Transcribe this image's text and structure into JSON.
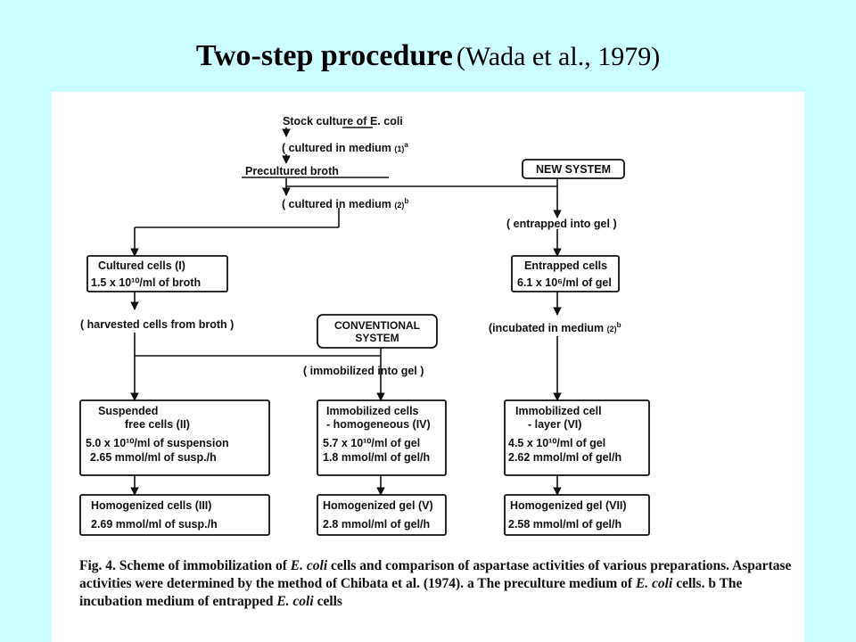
{
  "slide": {
    "title_main": "Two-step procedure",
    "title_cite": "(Wada et al., 1979)"
  },
  "flow": {
    "stock_prefix": "Stock culture of",
    "stock_organism": "E. coli",
    "step_medium1": "( cultured in medium",
    "step_medium1_num": "(1)",
    "step_medium1_sup": "a",
    "precultured": "Precultured broth",
    "new_system": "NEW SYSTEM",
    "step_medium2": "( cultured in medium",
    "step_medium2_num": "(2)",
    "step_medium2_sup": "b",
    "step_entrapped": "( entrapped into gel )",
    "cultured_cells_line1": "Cultured cells (I)",
    "cultured_cells_line2": "1.5 x 10¹⁰/ml of broth",
    "entrapped_cells_line1": "Entrapped cells",
    "entrapped_cells_line2": "6.1 x 10⁶/ml of gel",
    "step_harvested": "( harvested cells from broth )",
    "conventional_line1": "CONVENTIONAL",
    "conventional_line2": "SYSTEM",
    "step_incubated": "(incubated in medium",
    "step_incubated_num": "(2)",
    "step_incubated_sup": "b",
    "step_immobilized": "( immobilized into gel )",
    "box_II_line1": "Suspended",
    "box_II_line2": "free cells (II)",
    "box_II_line3": "5.0 x 10¹⁰/ml of suspension",
    "box_II_line4": "2.65 mmol/ml of susp./h",
    "box_IV_line1": "Immobilized cells",
    "box_IV_line2": "- homogeneous (IV)",
    "box_IV_line3": "5.7 x 10¹⁰/ml of gel",
    "box_IV_line4": "1.8 mmol/ml of gel/h",
    "box_VI_line1": "Immobilized cell",
    "box_VI_line2": "- layer (VI)",
    "box_VI_line3": "4.5 x 10¹⁰/ml of gel",
    "box_VI_line4": "2.62 mmol/ml of gel/h",
    "box_III_line1": "Homogenized cells (III)",
    "box_III_line2": "2.69 mmol/ml of susp./h",
    "box_V_line1": "Homogenized gel (V)",
    "box_V_line2": "2.8 mmol/ml of gel/h",
    "box_VII_line1": "Homogenized gel (VII)",
    "box_VII_line2": "2.58 mmol/ml of gel/h"
  },
  "caption": {
    "fig_label": "Fig. 4.",
    "text1": "Scheme of immobilization of",
    "organism1": "E. coli",
    "text2": "cells and comparison of aspartase activities of various preparations. Aspartase activities were determined by the method of Chibata et al. (1974).",
    "note_a_letter": "a",
    "note_a_text": "The preculture medium of",
    "organism2": "E. coli",
    "note_a_tail": "cells.",
    "note_b_letter": "b",
    "note_b_text": "The incubation medium of entrapped",
    "organism3": "E. coli",
    "note_b_tail": "cells"
  }
}
